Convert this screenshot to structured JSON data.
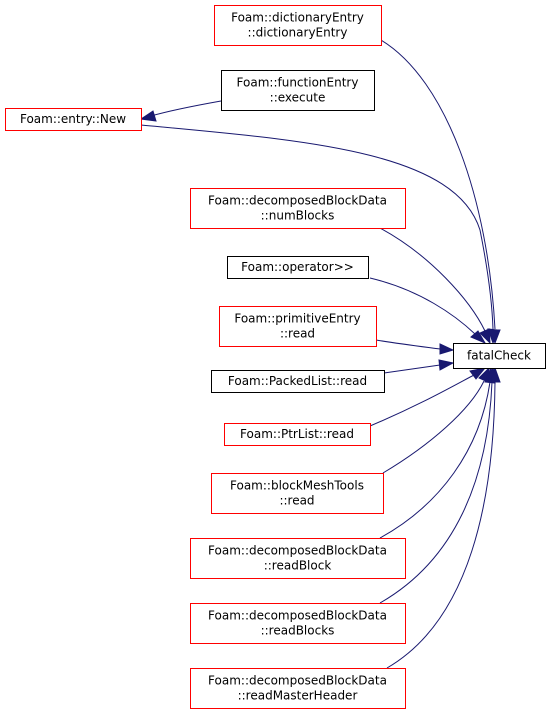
{
  "colors": {
    "edge": "#191970",
    "border_caller": "#ff0000",
    "border_plain": "#000000",
    "focus_fill": "#bfbfbf",
    "node_fill": "#ffffff"
  },
  "nodes": [
    {
      "id": "dictionaryEntry",
      "lines": [
        "Foam::dictionaryEntry",
        "::dictionaryEntry"
      ],
      "border": "red"
    },
    {
      "id": "functionEntry-execute",
      "lines": [
        "Foam::functionEntry",
        "::execute"
      ],
      "border": "black"
    },
    {
      "id": "entry-New",
      "lines": [
        "Foam::entry::New"
      ],
      "border": "red"
    },
    {
      "id": "decomposedBlockData-numBlocks",
      "lines": [
        "Foam::decomposedBlockData",
        "::numBlocks"
      ],
      "border": "red"
    },
    {
      "id": "operator-rshift",
      "lines": [
        "Foam::operator>>"
      ],
      "border": "black"
    },
    {
      "id": "primitiveEntry-read",
      "lines": [
        "Foam::primitiveEntry",
        "::read"
      ],
      "border": "red"
    },
    {
      "id": "PackedList-read",
      "lines": [
        "Foam::PackedList::read"
      ],
      "border": "black"
    },
    {
      "id": "PtrList-read",
      "lines": [
        "Foam::PtrList::read"
      ],
      "border": "red"
    },
    {
      "id": "blockMeshTools-read",
      "lines": [
        "Foam::blockMeshTools",
        "::read"
      ],
      "border": "red"
    },
    {
      "id": "decomposedBlockData-readBlock",
      "lines": [
        "Foam::decomposedBlockData",
        "::readBlock"
      ],
      "border": "red"
    },
    {
      "id": "decomposedBlockData-readBlocks",
      "lines": [
        "Foam::decomposedBlockData",
        "::readBlocks"
      ],
      "border": "red"
    },
    {
      "id": "decomposedBlockData-readMasterHeader",
      "lines": [
        "Foam::decomposedBlockData",
        "::readMasterHeader"
      ],
      "border": "red"
    },
    {
      "id": "fatalCheck",
      "lines": [
        "fatalCheck"
      ],
      "border": "black",
      "focus": true
    }
  ],
  "edges": [
    {
      "from": "dictionaryEntry",
      "to": "fatalCheck"
    },
    {
      "from": "functionEntry-execute",
      "to": "entry-New"
    },
    {
      "from": "entry-New",
      "to": "fatalCheck"
    },
    {
      "from": "decomposedBlockData-numBlocks",
      "to": "fatalCheck"
    },
    {
      "from": "operator-rshift",
      "to": "fatalCheck"
    },
    {
      "from": "primitiveEntry-read",
      "to": "fatalCheck"
    },
    {
      "from": "PackedList-read",
      "to": "fatalCheck"
    },
    {
      "from": "PtrList-read",
      "to": "fatalCheck"
    },
    {
      "from": "blockMeshTools-read",
      "to": "fatalCheck"
    },
    {
      "from": "decomposedBlockData-readBlock",
      "to": "fatalCheck"
    },
    {
      "from": "decomposedBlockData-readBlocks",
      "to": "fatalCheck"
    },
    {
      "from": "decomposedBlockData-readMasterHeader",
      "to": "fatalCheck"
    }
  ]
}
